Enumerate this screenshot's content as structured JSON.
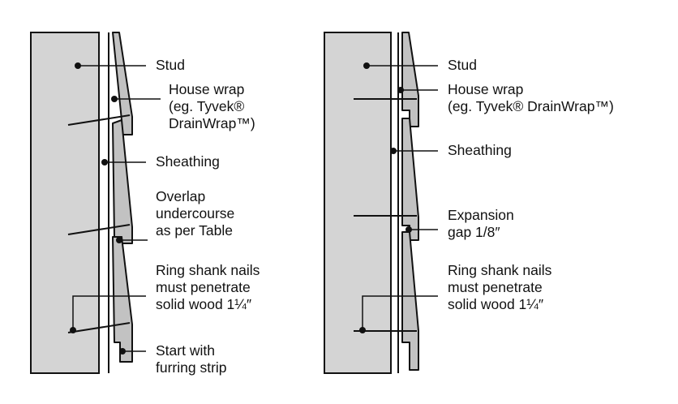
{
  "colors": {
    "stud": "#d4d4d4",
    "siding": "#c2c2c2",
    "line": "#111111",
    "background": "#ffffff"
  },
  "left_diagram": {
    "stud_label": "Stud",
    "house_wrap_label": "House wrap\n(eg. Tyvek®\nDrainWrap™)",
    "sheathing_label": "Sheathing",
    "overlap_label": "Overlap\nundercourse\nas per Table",
    "nails_label": "Ring shank nails\nmust penetrate\nsolid wood 1¼″",
    "start_label": "Start with\nfurring strip"
  },
  "right_diagram": {
    "stud_label": "Stud",
    "house_wrap_label": "House wrap\n(eg. Tyvek® DrainWrap™)",
    "sheathing_label": "Sheathing",
    "expansion_label": "Expansion\ngap 1/8″",
    "nails_label": "Ring shank nails\nmust penetrate\nsolid wood 1¼″"
  }
}
